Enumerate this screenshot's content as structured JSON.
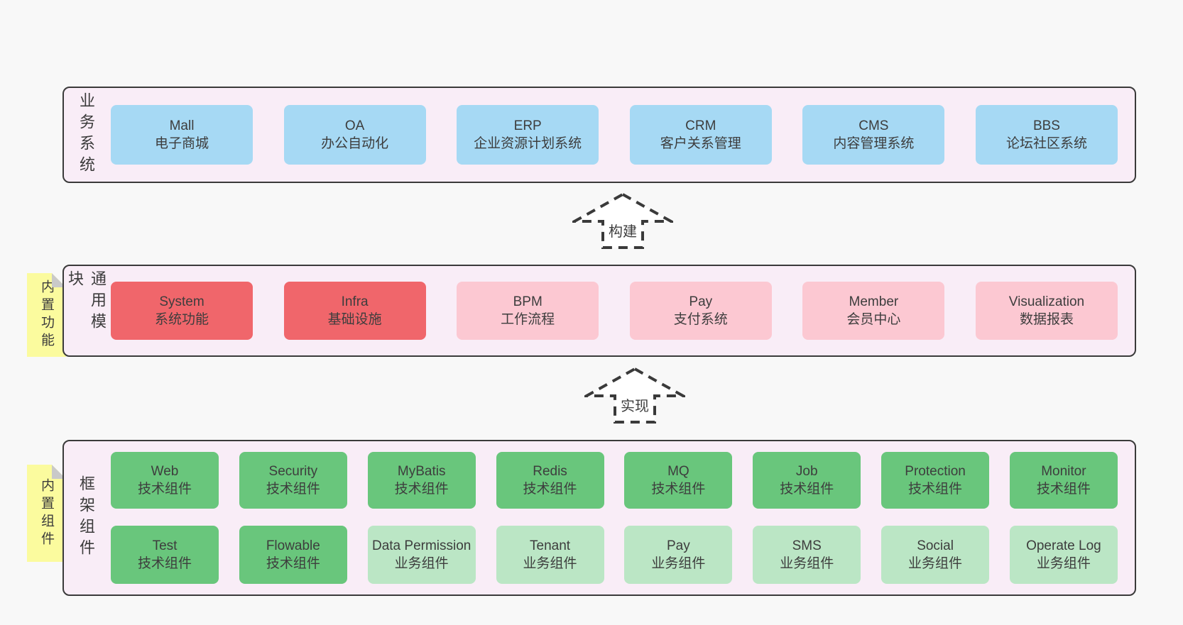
{
  "colors": {
    "page_bg": "#f8f8f8",
    "panel_bg": "#f9edf7",
    "panel_border": "#3a3a3a",
    "blue_box": "#a6d9f4",
    "red_box": "#f0666b",
    "pink_box": "#fcc8d2",
    "green_box": "#69c67c",
    "light_green_box": "#bbe6c5",
    "sticky_bg": "#fbfb9e",
    "sticky_fold": "#c9c9c9",
    "text": "#3b3b3b"
  },
  "sections": {
    "business": {
      "label": "业务系统",
      "boxes": [
        {
          "name": "Mall",
          "desc": "电子商城"
        },
        {
          "name": "OA",
          "desc": "办公自动化"
        },
        {
          "name": "ERP",
          "desc": "企业资源计划系统"
        },
        {
          "name": "CRM",
          "desc": "客户关系管理"
        },
        {
          "name": "CMS",
          "desc": "内容管理系统"
        },
        {
          "name": "BBS",
          "desc": "论坛社区系统"
        }
      ]
    },
    "modules": {
      "label": "通用模块",
      "sticky": "内置功能",
      "boxes": [
        {
          "name": "System",
          "desc": "系统功能"
        },
        {
          "name": "Infra",
          "desc": "基础设施"
        },
        {
          "name": "BPM",
          "desc": "工作流程"
        },
        {
          "name": "Pay",
          "desc": "支付系统"
        },
        {
          "name": "Member",
          "desc": "会员中心"
        },
        {
          "name": "Visualization",
          "desc": "数据报表"
        }
      ]
    },
    "framework": {
      "label": "框架组件",
      "sticky": "内置组件",
      "row1": [
        {
          "name": "Web",
          "desc": "技术组件"
        },
        {
          "name": "Security",
          "desc": "技术组件"
        },
        {
          "name": "MyBatis",
          "desc": "技术组件"
        },
        {
          "name": "Redis",
          "desc": "技术组件"
        },
        {
          "name": "MQ",
          "desc": "技术组件"
        },
        {
          "name": "Job",
          "desc": "技术组件"
        },
        {
          "name": "Protection",
          "desc": "技术组件"
        },
        {
          "name": "Monitor",
          "desc": "技术组件"
        }
      ],
      "row2": [
        {
          "name": "Test",
          "desc": "技术组件"
        },
        {
          "name": "Flowable",
          "desc": "技术组件"
        },
        {
          "name": "Data Permission",
          "desc": "业务组件"
        },
        {
          "name": "Tenant",
          "desc": "业务组件"
        },
        {
          "name": "Pay",
          "desc": "业务组件"
        },
        {
          "name": "SMS",
          "desc": "业务组件"
        },
        {
          "name": "Social",
          "desc": "业务组件"
        },
        {
          "name": "Operate Log",
          "desc": "业务组件"
        }
      ]
    }
  },
  "arrows": {
    "build": "构建",
    "implement": "实现"
  }
}
